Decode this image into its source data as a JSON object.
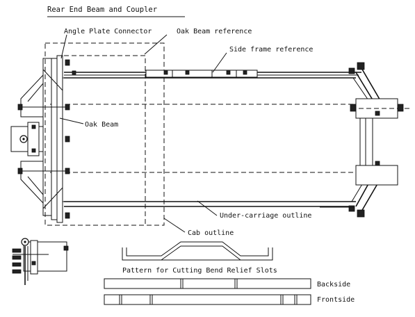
{
  "diagram": {
    "title": "Rear End Beam and Coupler",
    "labels": {
      "angle_plate_connector": "Angle Plate Connector",
      "oak_beam_reference": "Oak Beam reference",
      "side_frame_reference": "Side frame reference",
      "oak_beam": "Oak Beam",
      "under_carriage_outline": "Under-carriage outline",
      "cab_outline": "Cab outline",
      "pattern_caption": "Pattern for Cutting Bend Relief Slots",
      "backside": "Backside",
      "frontside": "Frontside"
    }
  }
}
